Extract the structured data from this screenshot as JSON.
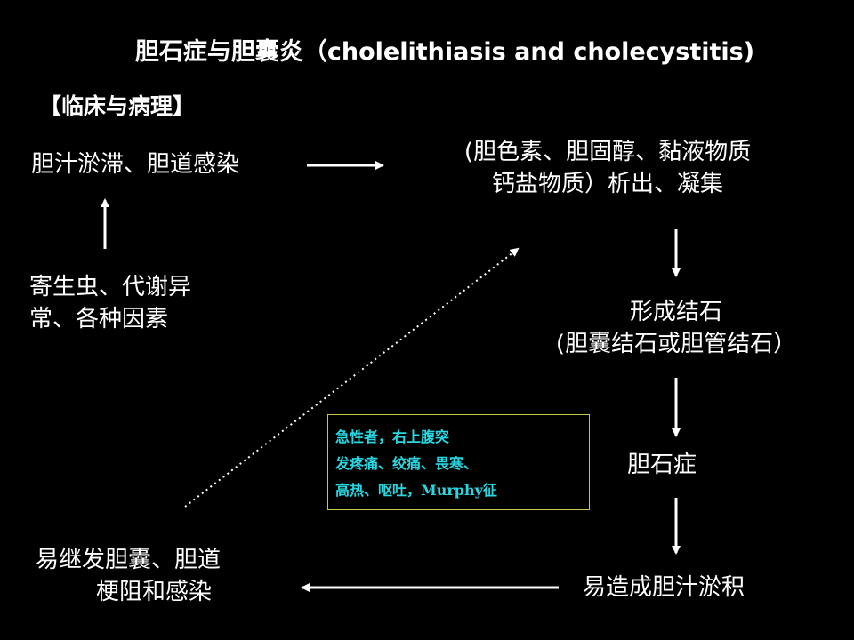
{
  "title": "胆石症与胆囊炎（cholelithiasis and cholecystitis)",
  "section_label": "【临床与病理】",
  "nodes": {
    "bile_stasis": "胆汁淤滞、胆道感染",
    "causes": [
      "寄生虫、代谢异",
      "常、各种因素"
    ],
    "precipitate": [
      "(胆色素、胆固醇、黏液物质",
      "钙盐物质）析出、凝集"
    ],
    "stone_formation": [
      "形成结石",
      "(胆囊结石或胆管结石）"
    ],
    "cholelithiasis": "胆石症",
    "bile_accumulation": "易造成胆汁淤积",
    "secondary": [
      "易继发胆囊、胆道",
      "梗阻和感染"
    ]
  },
  "callout": {
    "lines": [
      "急性者，右上腹突",
      "发疼痛、绞痛、畏寒、",
      "高热、呕吐，Murphy征"
    ],
    "color": "#2ad6e0",
    "border_color": "#c8c84a"
  }
}
